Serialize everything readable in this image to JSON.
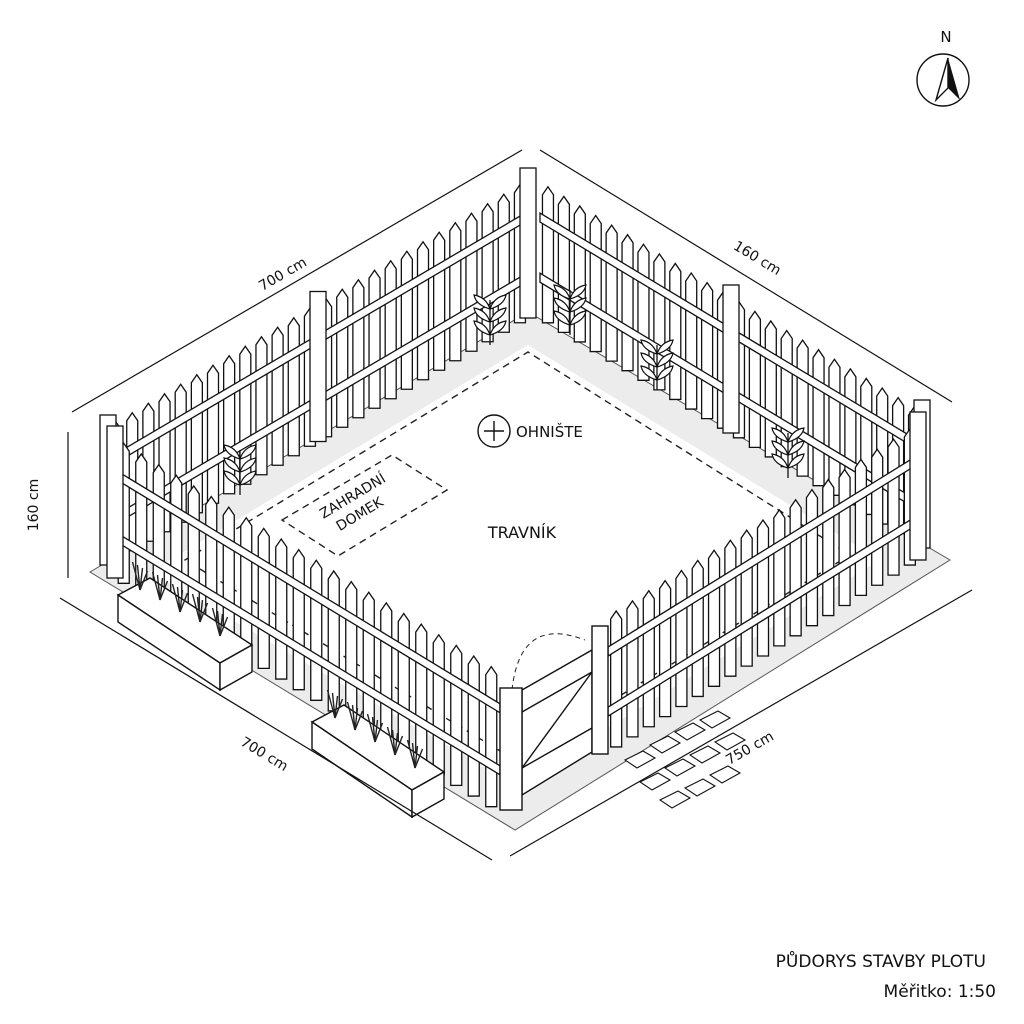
{
  "compass": {
    "label": "N"
  },
  "dimensions": {
    "back_left": "700 cm",
    "back_right": "160 cm",
    "height": "160 cm",
    "front_left": "700 cm",
    "front_right": "750 cm"
  },
  "areas": {
    "fire_pit": "OHNIŠTE",
    "lawn": "TRAVNÍK",
    "shed_line1": "ZAHRADNÍ",
    "shed_line2": "DOMEK"
  },
  "footer": {
    "title": "PŮDORYS STAVBY PLOTU",
    "scale": "Měřitko: 1:50"
  }
}
